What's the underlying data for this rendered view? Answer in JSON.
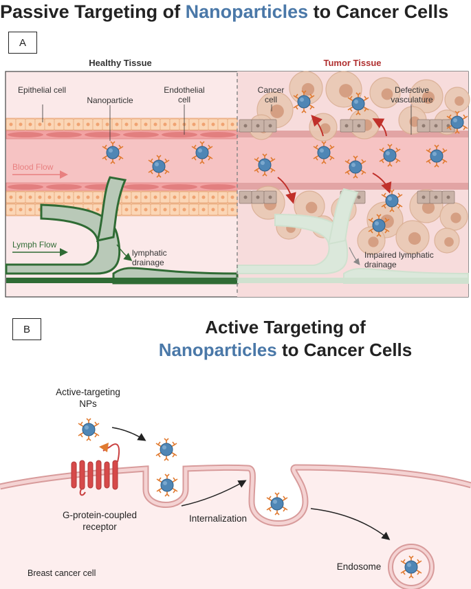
{
  "panel_a": {
    "title_prefix": "Passive Targeting of ",
    "title_highlight": "Nanoparticles",
    "title_suffix": " to Cancer Cells",
    "label": "A",
    "healthy_tissue": "Healthy Tissue",
    "tumor_tissue": "Tumor Tissue",
    "epithelial_cell": "Epithelial cell",
    "nanoparticle": "Nanoparticle",
    "endothelial_cell": "Endothelial cell",
    "cancer_cell": "Cancer cell",
    "defective_vasculature": "Defective vasculature",
    "blood_flow": "Blood Flow",
    "lymph_flow": "Lymph Flow",
    "lymphatic_drainage": "lymphatic drainage",
    "impaired_lymphatic_drainage": "Impaired lymphatic drainage"
  },
  "panel_b": {
    "label": "B",
    "title_line1": "Active Targeting of",
    "title_highlight": "Nanoparticles",
    "title_suffix": " to Cancer Cells",
    "active_targeting_nps": "Active-targeting NPs",
    "gpcr": "G-protein-coupled receptor",
    "internalization": "Internalization",
    "endosome": "Endosome",
    "breast_cancer_cell": "Breast cancer cell"
  },
  "colors": {
    "highlight_blue": "#4a78a8",
    "tumor_red": "#b03030",
    "blood_flow": "#e88080",
    "lymph_green": "#2f6b34",
    "nanoparticle": "#4f86b5",
    "ligand_orange": "#e07a30"
  },
  "icons": [
    "nanoparticle-icon",
    "receptor-icon",
    "arrow-icon"
  ]
}
